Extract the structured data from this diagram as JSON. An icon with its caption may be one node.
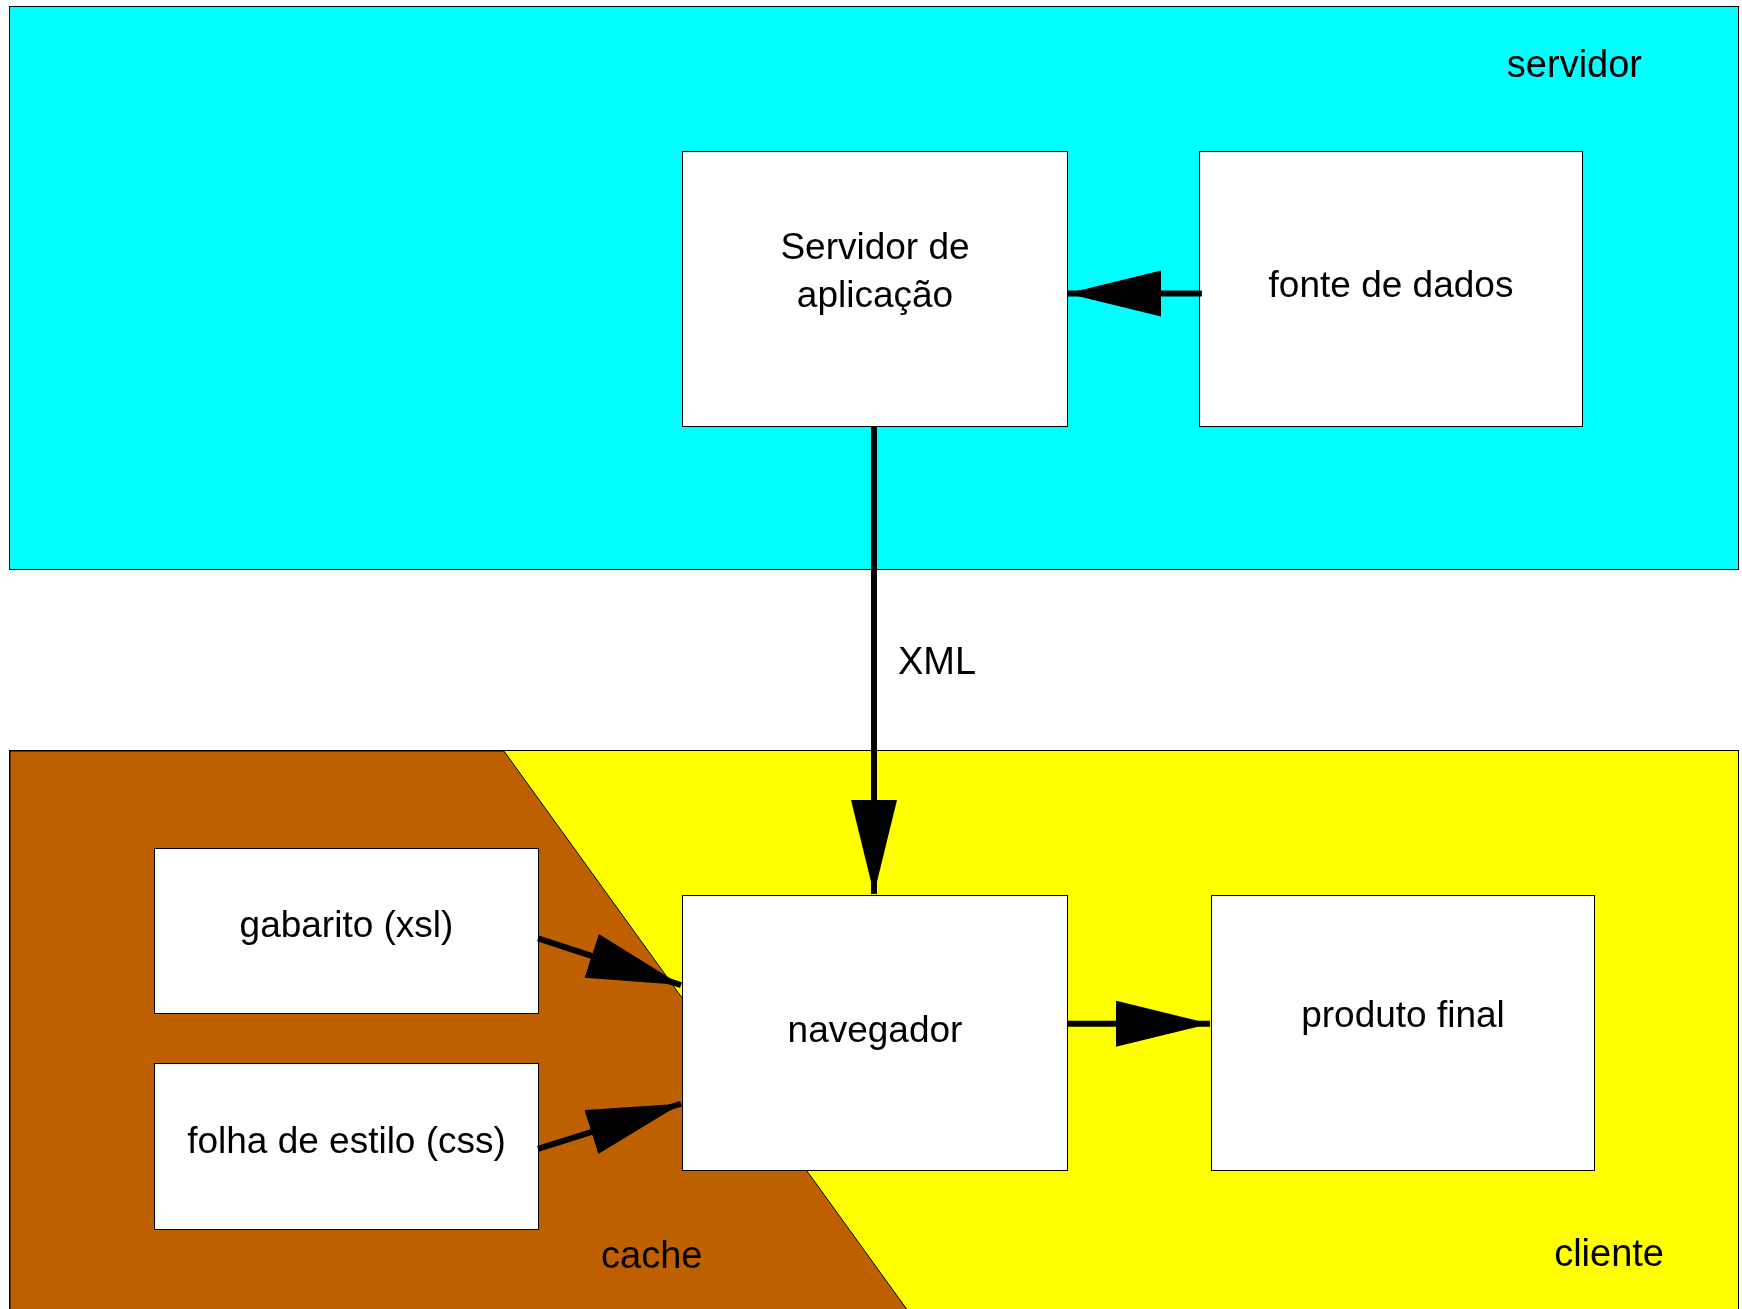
{
  "diagram": {
    "nodes": [
      {
        "text": [
          "servidor"
        ]
      },
      {
        "text": [
          "Servidor de aplicação"
        ],
        "in": 0
      },
      {
        "text": [
          "fonte de dados"
        ],
        "in": 0
      },
      {
        "text": [
          "cliente"
        ]
      },
      {
        "text": [
          "cache"
        ],
        "in": 3
      },
      {
        "text": [
          "gabarito (xsl)"
        ],
        "in": 4
      },
      {
        "text": [
          "folha de estilo (css)"
        ],
        "in": 4
      },
      {
        "text": [
          "navegador"
        ],
        "in": 3
      },
      {
        "text": [
          "produto final"
        ],
        "in": 3
      }
    ],
    "edges": [
      {
        "from": 2,
        "to": 1,
        "arrow": "to"
      },
      {
        "from": 1,
        "to": 7,
        "arrow": "to",
        "label": "XML"
      },
      {
        "from": 5,
        "to": 7,
        "arrow": "to"
      },
      {
        "from": 6,
        "to": 7,
        "arrow": "to"
      },
      {
        "from": 7,
        "to": 8,
        "arrow": "to"
      }
    ]
  }
}
